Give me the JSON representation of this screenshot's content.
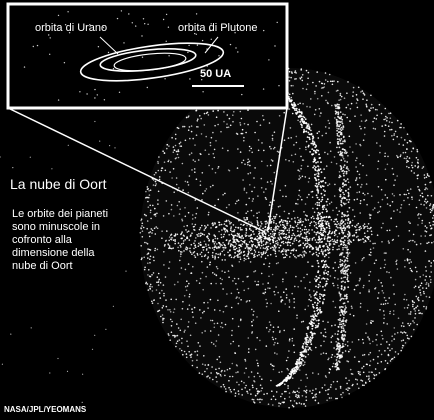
{
  "inset": {
    "uranus_orbit_label": "orbita di Urano",
    "pluto_orbit_label": "orbita di Plutone",
    "scale_label": "50 UA"
  },
  "title": "La nube di Oort",
  "caption": "Le orbite dei pianeti sono minuscole in cofronto alla dimensione della nube di Oort",
  "credit": "NASA/JPL/YEOMANS",
  "colors": {
    "background": "#000000",
    "foreground": "#ffffff"
  }
}
